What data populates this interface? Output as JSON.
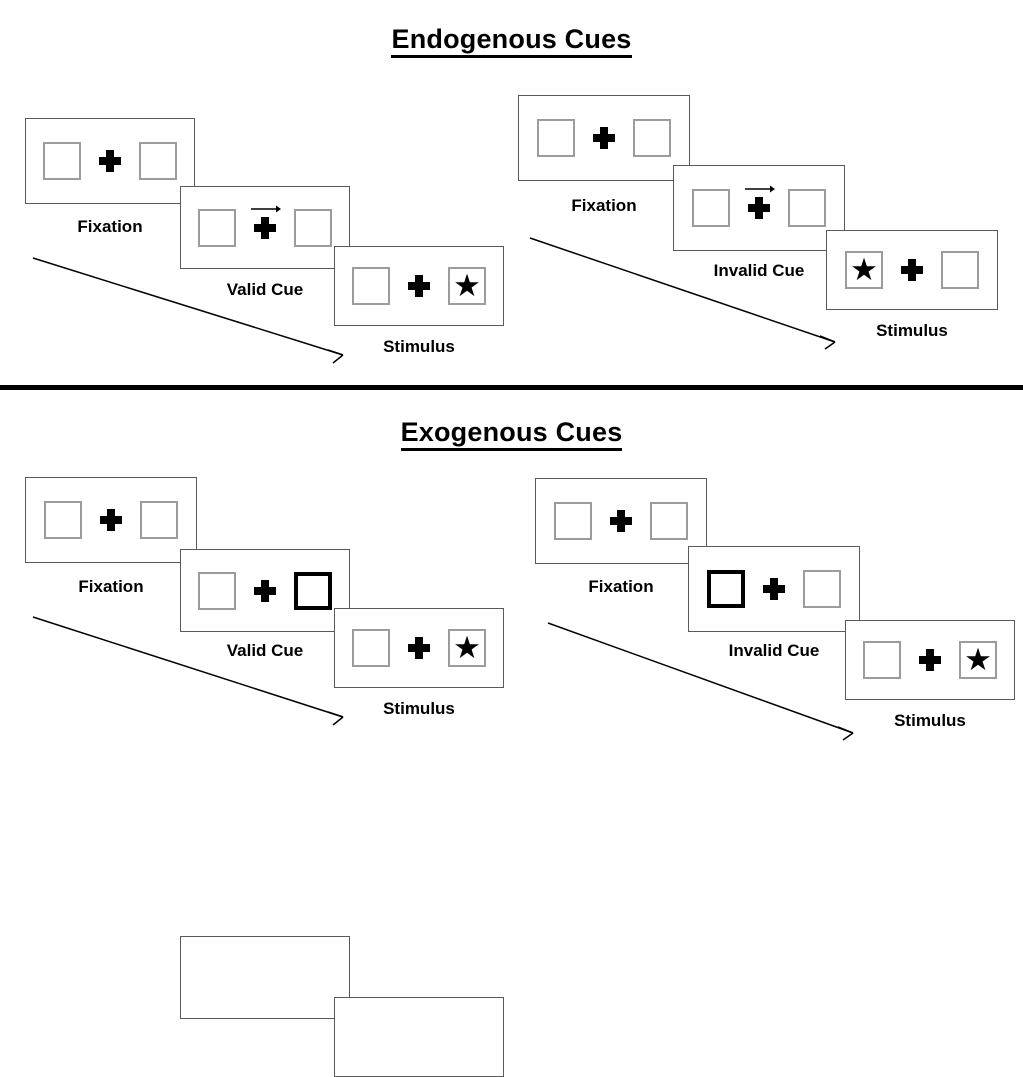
{
  "page": {
    "background": "#ffffff",
    "text_color": "#000000",
    "box_border_color": "#9c9c9c",
    "panel_border_color": "#595959",
    "cue_highlight_color": "#000000"
  },
  "sections": [
    {
      "id": "endogenous",
      "title": "Endogenous Cues",
      "cue_type": "arrow",
      "conditions": [
        {
          "id": "valid",
          "frames": [
            {
              "label": "Fixation",
              "left_box": {
                "cued": false,
                "stimulus": ""
              },
              "right_box": {
                "cued": false,
                "stimulus": ""
              },
              "center": "plus",
              "arrow_cue": ""
            },
            {
              "label": "Valid Cue",
              "left_box": {
                "cued": false,
                "stimulus": ""
              },
              "right_box": {
                "cued": false,
                "stimulus": ""
              },
              "center": "plus",
              "arrow_cue": "right-arrow-cue"
            },
            {
              "label": "Stimulus",
              "left_box": {
                "cued": false,
                "stimulus": ""
              },
              "right_box": {
                "cued": false,
                "stimulus": "★"
              },
              "center": "plus",
              "arrow_cue": ""
            }
          ]
        },
        {
          "id": "invalid",
          "frames": [
            {
              "label": "Fixation",
              "left_box": {
                "cued": false,
                "stimulus": ""
              },
              "right_box": {
                "cued": false,
                "stimulus": ""
              },
              "center": "plus",
              "arrow_cue": ""
            },
            {
              "label": "Invalid Cue",
              "left_box": {
                "cued": false,
                "stimulus": ""
              },
              "right_box": {
                "cued": false,
                "stimulus": ""
              },
              "center": "plus",
              "arrow_cue": "right-arrow-cue"
            },
            {
              "label": "Stimulus",
              "left_box": {
                "cued": false,
                "stimulus": "★"
              },
              "right_box": {
                "cued": false,
                "stimulus": ""
              },
              "center": "plus",
              "arrow_cue": ""
            }
          ]
        }
      ]
    },
    {
      "id": "exogenous",
      "title": "Exogenous Cues",
      "cue_type": "box-flash",
      "conditions": [
        {
          "id": "valid",
          "frames": [
            {
              "label": "Fixation",
              "left_box": {
                "cued": false,
                "stimulus": ""
              },
              "right_box": {
                "cued": false,
                "stimulus": ""
              },
              "center": "plus",
              "arrow_cue": ""
            },
            {
              "label": "Valid Cue",
              "left_box": {
                "cued": false,
                "stimulus": ""
              },
              "right_box": {
                "cued": true,
                "stimulus": ""
              },
              "center": "plus",
              "arrow_cue": ""
            },
            {
              "label": "Stimulus",
              "left_box": {
                "cued": false,
                "stimulus": ""
              },
              "right_box": {
                "cued": false,
                "stimulus": "★"
              },
              "center": "plus",
              "arrow_cue": ""
            }
          ]
        },
        {
          "id": "invalid",
          "frames": [
            {
              "label": "Fixation",
              "left_box": {
                "cued": false,
                "stimulus": ""
              },
              "right_box": {
                "cued": false,
                "stimulus": ""
              },
              "center": "plus",
              "arrow_cue": ""
            },
            {
              "label": "Invalid Cue",
              "left_box": {
                "cued": true,
                "stimulus": ""
              },
              "right_box": {
                "cued": false,
                "stimulus": ""
              },
              "center": "plus",
              "arrow_cue": ""
            },
            {
              "label": "Stimulus",
              "left_box": {
                "cued": false,
                "stimulus": ""
              },
              "right_box": {
                "cued": false,
                "stimulus": "★"
              },
              "center": "plus",
              "arrow_cue": ""
            }
          ]
        }
      ]
    }
  ],
  "flow_arrows": {
    "name": "time-flow-arrow",
    "count": 4
  }
}
